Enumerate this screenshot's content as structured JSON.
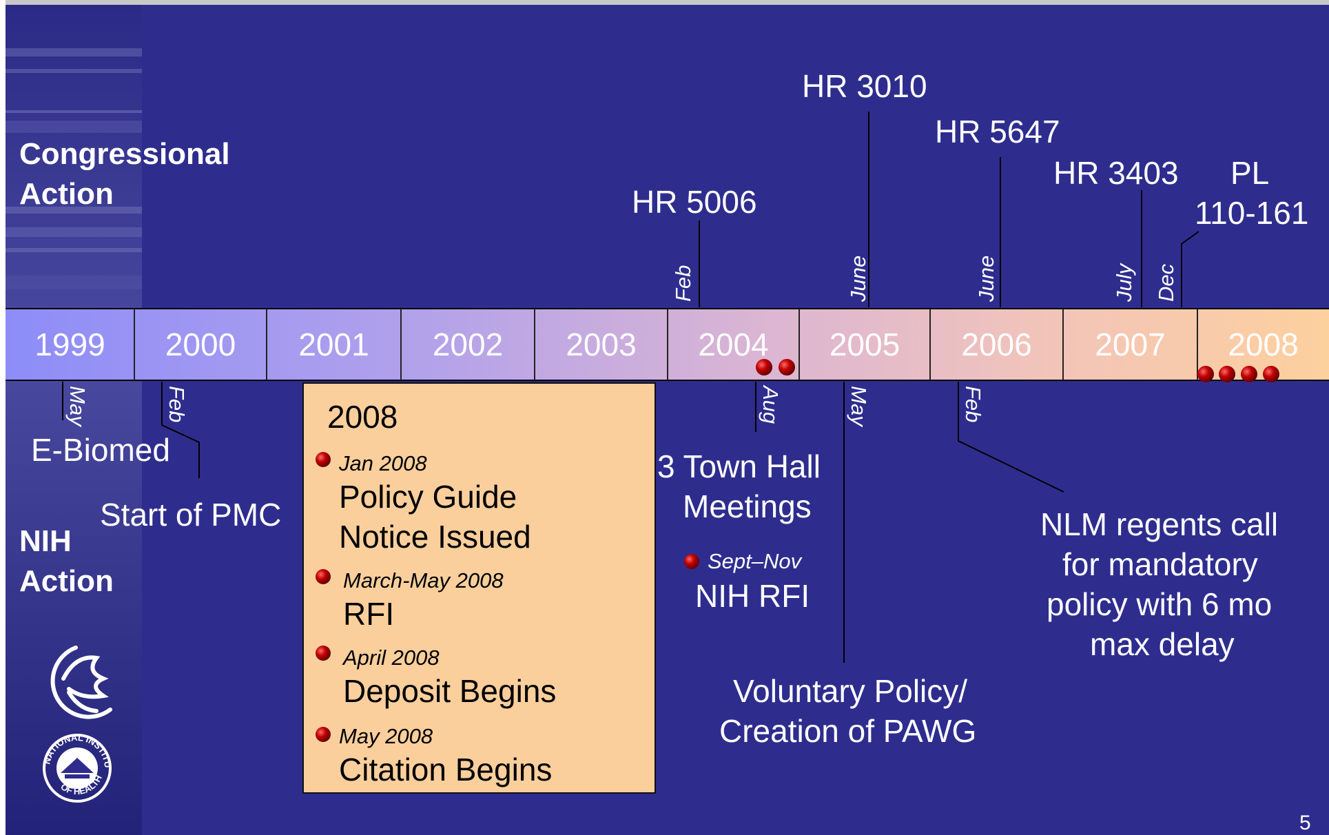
{
  "colors": {
    "background": "#2e2d8e",
    "sidebar": "#232279",
    "box_fill": "#fbcf9c",
    "dot": "#b00000"
  },
  "congress_label": [
    "Congressional",
    "Action"
  ],
  "nih_label": [
    "NIH",
    "Action"
  ],
  "years": [
    "1999",
    "2000",
    "2001",
    "2002",
    "2003",
    "2004",
    "2005",
    "2006",
    "2007",
    "2008"
  ],
  "bills": [
    {
      "label": "HR 5006",
      "month": "Feb"
    },
    {
      "label": "HR 3010",
      "month": "June"
    },
    {
      "label": "HR 5647",
      "month": "June"
    },
    {
      "label": "HR 3403",
      "month": "July"
    },
    {
      "label": "PL 110-161",
      "line1": "PL",
      "line2": "110-161",
      "month": "Dec"
    }
  ],
  "nih_events": {
    "ebiomed": {
      "month": "May",
      "label": "E-Biomed"
    },
    "pmc": {
      "month": "Feb",
      "label": "Start of PMC"
    },
    "town_hall": {
      "month": "Aug",
      "line1": "3 Town Hall",
      "line2": "Meetings"
    },
    "rfi": {
      "date": "Sept–Nov",
      "label": "NIH RFI"
    },
    "voluntary": {
      "month": "May",
      "line1": "Voluntary Policy/",
      "line2": "Creation of PAWG"
    },
    "nlm": {
      "month": "Feb",
      "lines": [
        "NLM regents call",
        "for mandatory",
        "policy with 6 mo",
        "max delay"
      ]
    }
  },
  "box": {
    "title": "2008",
    "items": [
      {
        "date": "Jan 2008",
        "lines": [
          "Policy Guide",
          "Notice Issued"
        ]
      },
      {
        "date": "March-May 2008",
        "lines": [
          "RFI"
        ]
      },
      {
        "date": "April 2008",
        "lines": [
          "Deposit Begins"
        ]
      },
      {
        "date": "May 2008",
        "lines": [
          "Citation Begins"
        ]
      }
    ]
  },
  "page_number": "5",
  "logo_texts": {
    "hhs": "HHS eagle logo",
    "nih_seal": "NATIONAL INSTITUTES OF HEALTH"
  }
}
